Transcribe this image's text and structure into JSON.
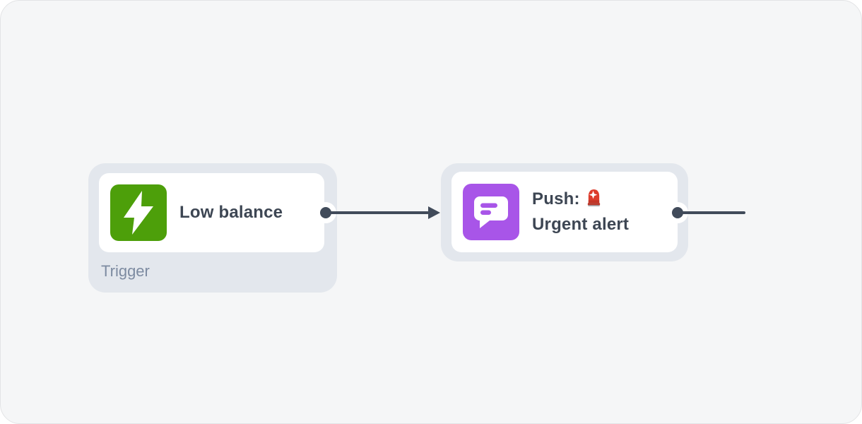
{
  "canvas": {
    "background_color": "#f5f6f7",
    "border_color": "#e3e4e6"
  },
  "workflow": {
    "nodes": [
      {
        "id": "trigger-low-balance",
        "title": "Low balance",
        "type_label": "Trigger",
        "icon": "lightning-bolt-icon",
        "icon_bg_color": "#4d9f0a",
        "container_color": "#e3e7ed",
        "card_color": "#ffffff"
      },
      {
        "id": "action-push-urgent-alert",
        "title_line1_prefix": "Push:",
        "title_line1_emoji": "🚨",
        "title_line2": "Urgent alert",
        "icon": "chat-message-icon",
        "icon_bg_color": "#a855e8",
        "container_color": "#e3e7ed",
        "card_color": "#ffffff"
      }
    ],
    "connections": [
      {
        "from": "trigger-low-balance",
        "to": "action-push-urgent-alert",
        "style": "arrow"
      },
      {
        "from": "action-push-urgent-alert",
        "to": "offscreen-right",
        "style": "line"
      }
    ],
    "connector_color": "#414b5a"
  },
  "colors": {
    "title_text": "#3d4653",
    "type_label_text": "#7d8ba1",
    "emoji_red": "#dd3c2c"
  }
}
